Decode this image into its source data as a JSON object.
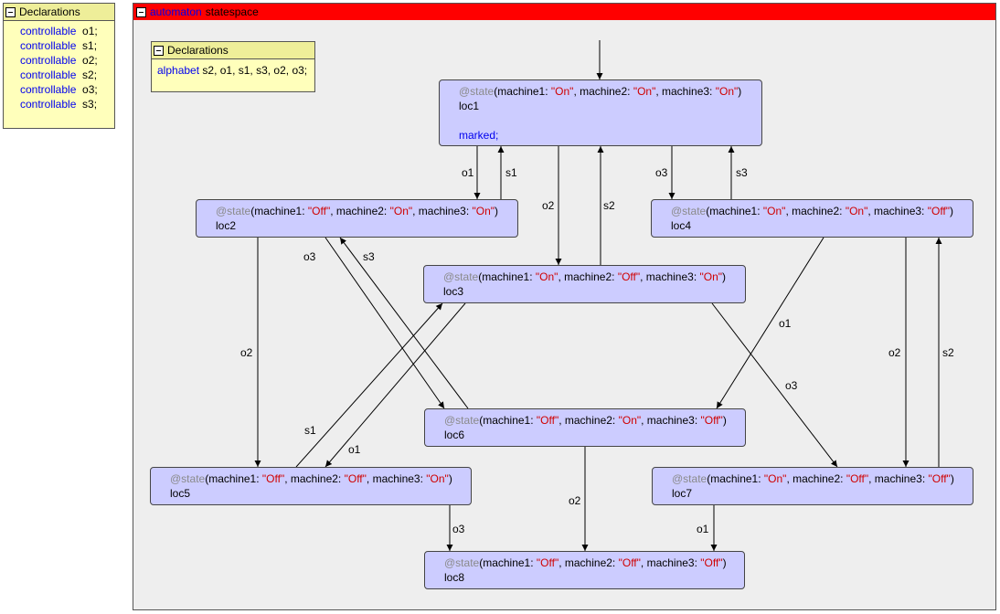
{
  "outer_declarations": {
    "title": "Declarations",
    "items": [
      {
        "kw": "controllable",
        "name": "o1;"
      },
      {
        "kw": "controllable",
        "name": "s1;"
      },
      {
        "kw": "controllable",
        "name": "o2;"
      },
      {
        "kw": "controllable",
        "name": "s2;"
      },
      {
        "kw": "controllable",
        "name": "o3;"
      },
      {
        "kw": "controllable",
        "name": "s3;"
      }
    ]
  },
  "automaton": {
    "kind": "automaton",
    "name": "statespace",
    "header_color": "#ff0000",
    "declarations": {
      "title": "Declarations",
      "kw": "alphabet",
      "list": "s2, o1, s1, s3, o2, o3;"
    },
    "states": [
      {
        "id": "loc1",
        "ann": "@state",
        "m1": "\"On\"",
        "m2": "\"On\"",
        "m3": "\"On\"",
        "marked": "marked;"
      },
      {
        "id": "loc2",
        "ann": "@state",
        "m1": "\"Off\"",
        "m2": "\"On\"",
        "m3": "\"On\""
      },
      {
        "id": "loc3",
        "ann": "@state",
        "m1": "\"On\"",
        "m2": "\"Off\"",
        "m3": "\"On\""
      },
      {
        "id": "loc4",
        "ann": "@state",
        "m1": "\"On\"",
        "m2": "\"On\"",
        "m3": "\"Off\""
      },
      {
        "id": "loc5",
        "ann": "@state",
        "m1": "\"Off\"",
        "m2": "\"Off\"",
        "m3": "\"On\""
      },
      {
        "id": "loc6",
        "ann": "@state",
        "m1": "\"Off\"",
        "m2": "\"On\"",
        "m3": "\"Off\""
      },
      {
        "id": "loc7",
        "ann": "@state",
        "m1": "\"On\"",
        "m2": "\"Off\"",
        "m3": "\"Off\""
      },
      {
        "id": "loc8",
        "ann": "@state",
        "m1": "\"Off\"",
        "m2": "\"Off\"",
        "m3": "\"Off\""
      }
    ],
    "arg_labels": {
      "m1": "machine1:",
      "m2": "machine2:",
      "m3": "machine3:"
    },
    "edges": [
      {
        "id": "e_loc1_loc2",
        "from": "loc1",
        "to": "loc2",
        "label": "o1"
      },
      {
        "id": "e_loc2_loc1",
        "from": "loc2",
        "to": "loc1",
        "label": "s1"
      },
      {
        "id": "e_loc1_loc3",
        "from": "loc1",
        "to": "loc3",
        "label": "o2"
      },
      {
        "id": "e_loc3_loc1",
        "from": "loc3",
        "to": "loc1",
        "label": "s2"
      },
      {
        "id": "e_loc1_loc4",
        "from": "loc1",
        "to": "loc4",
        "label": "o3"
      },
      {
        "id": "e_loc4_loc1",
        "from": "loc4",
        "to": "loc1",
        "label": "s3"
      },
      {
        "id": "e_loc2_loc6",
        "from": "loc2",
        "to": "loc6",
        "label": "o3"
      },
      {
        "id": "e_loc6_loc2",
        "from": "loc6",
        "to": "loc2",
        "label": "s3"
      },
      {
        "id": "e_loc2_loc5",
        "from": "loc2",
        "to": "loc5",
        "label": "o2"
      },
      {
        "id": "e_loc3_loc5",
        "from": "loc3",
        "to": "loc5",
        "label": "o1"
      },
      {
        "id": "e_loc5_loc3",
        "from": "loc5",
        "to": "loc3",
        "label": "s1"
      },
      {
        "id": "e_loc3_loc7",
        "from": "loc3",
        "to": "loc7",
        "label": "o3"
      },
      {
        "id": "e_loc4_loc6",
        "from": "loc4",
        "to": "loc6",
        "label": "o1"
      },
      {
        "id": "e_loc4_loc7",
        "from": "loc4",
        "to": "loc7",
        "label": "o2"
      },
      {
        "id": "e_loc7_loc4",
        "from": "loc7",
        "to": "loc4",
        "label": "s2"
      },
      {
        "id": "e_loc5_loc8",
        "from": "loc5",
        "to": "loc8",
        "label": "o3"
      },
      {
        "id": "e_loc6_loc8",
        "from": "loc6",
        "to": "loc8",
        "label": "o2"
      },
      {
        "id": "e_loc7_loc8",
        "from": "loc7",
        "to": "loc8",
        "label": "o1"
      }
    ]
  }
}
